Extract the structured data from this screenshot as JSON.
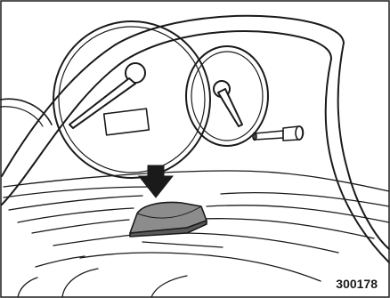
{
  "figure": {
    "id": "300178",
    "depicts": [
      "instrument-cluster",
      "speedometer",
      "tachometer",
      "odometer-trip-reset-knob",
      "down-arrow",
      "light-sensor",
      "dashboard"
    ]
  },
  "colors": {
    "line": "#1a1a1a",
    "background": "#ffffff",
    "sensor_fill": "#8c8c8c",
    "sensor_shade": "#5a5a5a"
  }
}
